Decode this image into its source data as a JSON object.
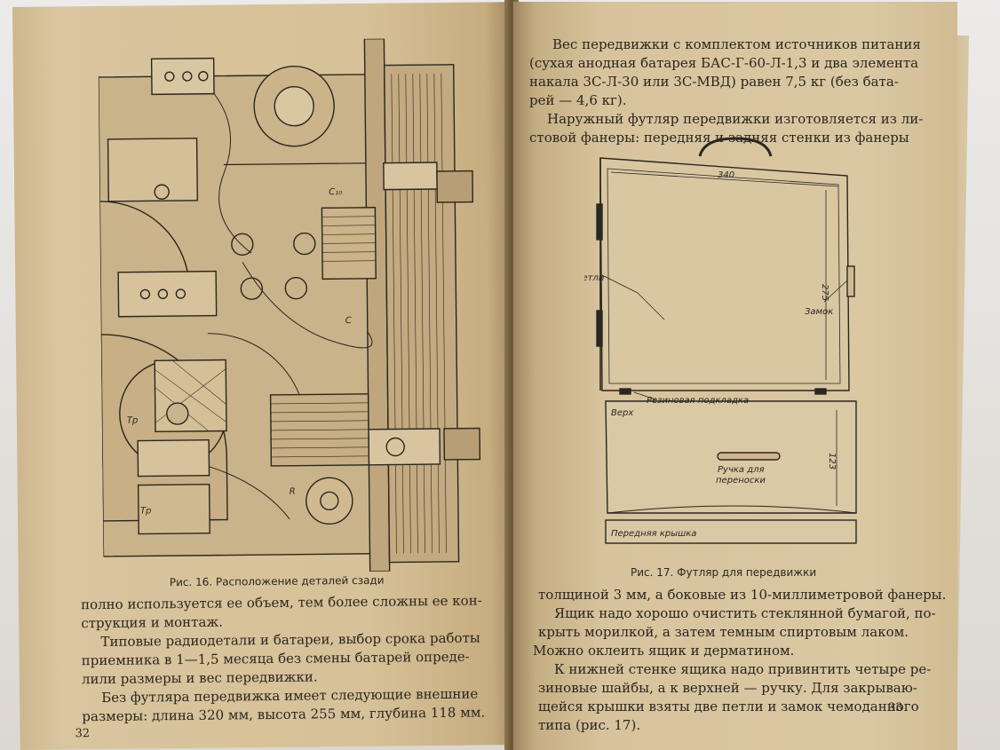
{
  "left_page": {
    "figure_caption": "Рис. 16. Расположение деталей сзади",
    "figure_labels": {
      "c10": "C₁₀",
      "tr1": "Тр",
      "tr2": "Тр",
      "c": "С",
      "r": "R"
    },
    "lines": [
      "полно используется ее объем, тем более сложны ее кон-",
      "струкция и монтаж.",
      "Типовые радиодетали и батареи, выбор срока работы",
      "приемника в 1—1,5 месяца без смены батарей опреде-",
      "лили размеры и вес передвижки.",
      "Без футляра передвижка имеет следующие  внешние",
      "размеры: длина 320 мм, высота 255 мм, глубина 118 мм."
    ],
    "page_number": "32"
  },
  "right_page": {
    "top_lines": [
      "Вес передвижки с комплектом  источников питания",
      "(сухая анодная батарея БАС-Г-60-Л-1,3 и два элемента",
      "накала 3С-Л-30 или 3С-МВД) равен  7,5 кг (без бата-",
      "рей — 4,6 кг).",
      "Наружный футляр передвижки изготовляется  из ли-",
      "стовой фанеры: передняя  и задняя  стенки  из фанеры"
    ],
    "figure_caption": "Рис. 17. Футляр для передвижки",
    "figure_labels": {
      "width": "340",
      "height": "275",
      "depth": "123",
      "loops": "Петли",
      "lock": "Замок",
      "rubber": "Резиновая подкладка",
      "top": "Верх",
      "handle": "Ручка для переноски",
      "handle_line1": "Ручка для",
      "handle_line2": "переноски",
      "front_cover": "Передняя крышка"
    },
    "bottom_lines": [
      "толщиной 3 мм, а боковые из 10-миллиметровой фанеры.",
      "Ящик надо хорошо очистить стеклянной бумагой, по-",
      "крыть морилкой, а затем  темным  спиртовым  лаком.",
      "Можно оклеить ящик и дерматином.",
      "К нижней стенке ящика надо привинтить четыре ре-",
      "зиновые шайбы, а к верхней — ручку.  Для  закрываю-",
      "щейся крышки взяты две петли и замок  чемоданного",
      "типа (рис. 17)."
    ],
    "page_number": "33"
  }
}
